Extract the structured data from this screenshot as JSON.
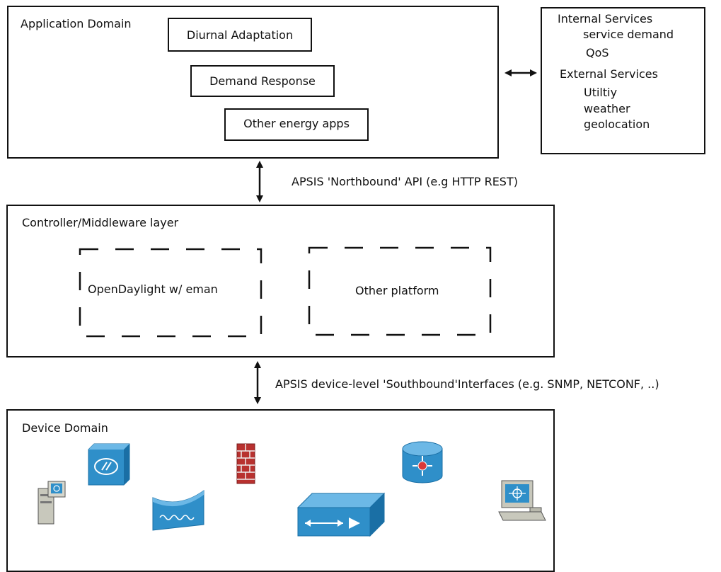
{
  "app_domain": {
    "title": "Application Domain",
    "apps": [
      "Diurnal Adaptation",
      "Demand Response",
      "Other energy apps"
    ]
  },
  "services": {
    "internal_title": "Internal Services",
    "internal_items": [
      "service demand",
      "QoS"
    ],
    "external_title": "External Services",
    "external_items": [
      "Utiltiy",
      "weather",
      "geolocation"
    ]
  },
  "northbound_label": "APSIS 'Northbound' API (e.g HTTP REST)",
  "controller": {
    "title": "Controller/Middleware layer",
    "platforms": [
      "OpenDaylight w/ eman",
      "Other platform"
    ]
  },
  "southbound_label": "APSIS device-level 'Southbound'Interfaces (e.g. SNMP, NETCONF, ..)",
  "device_domain": {
    "title": "Device Domain",
    "devices": [
      "server-icon",
      "switch-icon",
      "firewall-icon",
      "router-icon",
      "wan-optimizer-icon",
      "content-switch-icon",
      "workstation-icon"
    ]
  },
  "colors": {
    "line": "#111111",
    "device_blue": "#2f8fc9",
    "device_dark_blue": "#1a6fa5",
    "firewall_red": "#b8312f",
    "device_gray": "#b9b9ad"
  }
}
